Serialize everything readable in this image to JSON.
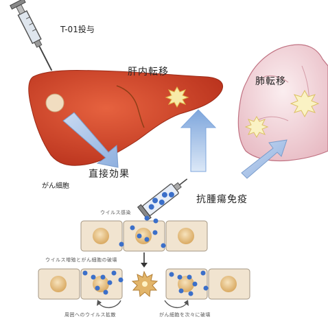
{
  "labels": {
    "injection": "T-01投与",
    "liver_metastasis": "肝内転移",
    "lung_metastasis": "肺転移",
    "direct_effect": "直接効果",
    "cancer_cell": "がん細胞",
    "antitumor_immunity": "抗腫瘍免疫",
    "virus_infection": "ウイルス感染",
    "replication_destruction": "ウイルス増殖とがん細胞の破壊",
    "spread_to_surroundings": "周囲へのウイルス拡散",
    "destroy_one_after_another": "がん細胞を次々に破壊"
  },
  "colors": {
    "liver": "#d8472a",
    "lung": "#f1d7dc",
    "arrow": "#a9c4e8",
    "cell": "#f1e4d0",
    "nucleus": "#e8c389",
    "virus": "#3b6fc9"
  }
}
